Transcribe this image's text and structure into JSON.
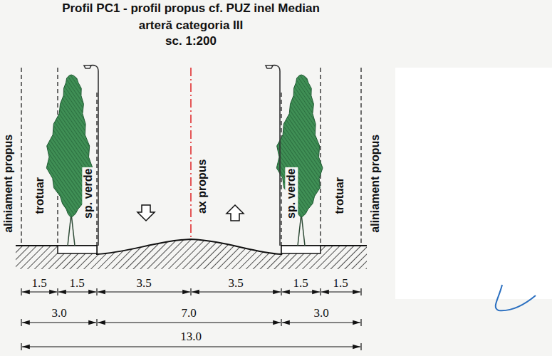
{
  "diagram": {
    "title": "Profil PC1 - profil propus cf. PUZ inel Median",
    "labels": [
      "arteră categoria III",
      "sc. 1:200",
      "aliniament propus",
      "trotuar",
      "sp. verde",
      "ax propus",
      "sp. verde",
      "trotuar",
      "aliniament propus",
      "1.5",
      "1.5",
      "3.5",
      "3.5",
      "1.5",
      "1.5",
      "3.0",
      "7.0",
      "3.0",
      "13.0"
    ]
  }
}
